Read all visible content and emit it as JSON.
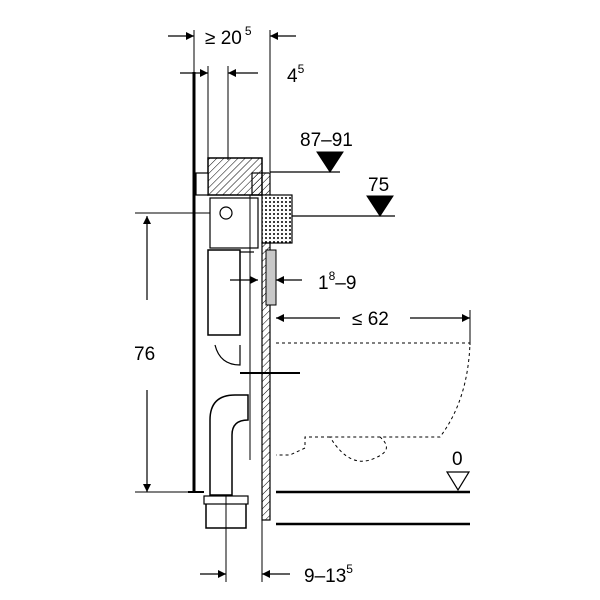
{
  "diagram": {
    "dimensions": {
      "min_depth": {
        "prefix": "≥ 20",
        "sup": "5"
      },
      "offset": {
        "prefix": "4",
        "sup": "5"
      },
      "actuator_height": "87–91",
      "flush_height": "75",
      "cover_thickness": {
        "prefix": "1",
        "sup": "8",
        "suffix": "–9"
      },
      "bowl_projection": "≤ 62",
      "frame_height": "76",
      "floor_level": "0",
      "wall_distance": {
        "prefix": "9–13",
        "sup": "5"
      }
    },
    "colors": {
      "line": "#000000",
      "plate": "#c8c8c8"
    }
  }
}
